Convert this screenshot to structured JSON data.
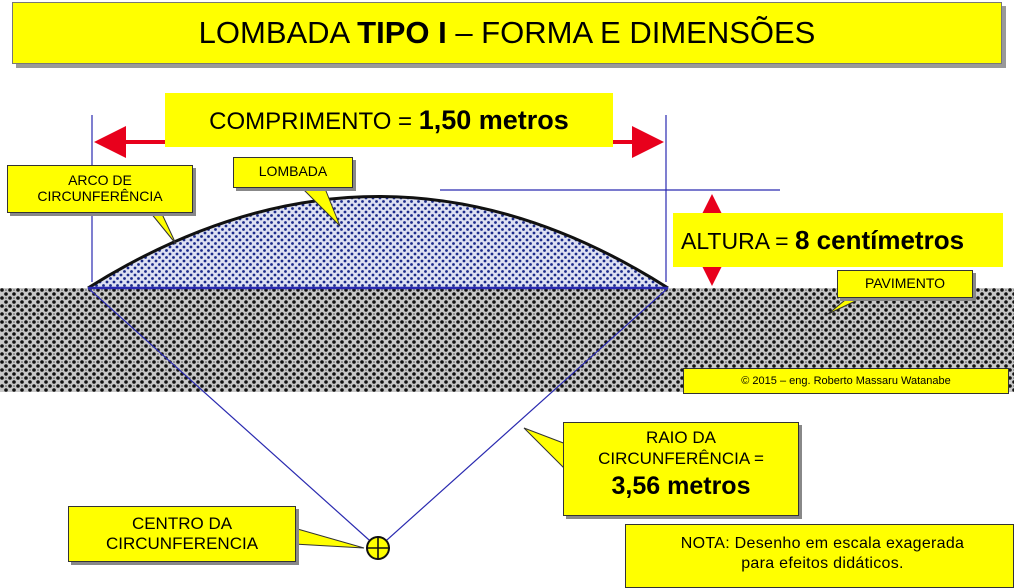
{
  "title": {
    "prefix": "LOMBADA ",
    "bold": "TIPO I",
    "suffix": " – FORMA E DIMENSÕES"
  },
  "comprimento": {
    "label": "COMPRIMENTO = ",
    "value": "1,50 metros"
  },
  "altura": {
    "label": "ALTURA = ",
    "value": "8 centímetros"
  },
  "labels": {
    "arco_line1": "ARCO DE",
    "arco_line2": "CIRCUNFERÊNCIA",
    "lombada": "LOMBADA",
    "pavimento": "PAVIMENTO",
    "raio_line1": "RAIO DA",
    "raio_line2": "CIRCUNFERÊNCIA =",
    "raio_value": "3,56 metros",
    "centro_line1": "CENTRO DA",
    "centro_line2": "CIRCUNFERENCIA",
    "nota_line1": "NOTA: Desenho em escala exagerada",
    "nota_line2": "para efeitos didáticos.",
    "copyright": "© 2015 – eng. Roberto Massaru Watanabe"
  },
  "colors": {
    "callout_fill": "#ffff00",
    "dimension_arrow": "#e8001c",
    "construction_line": "#2a2ab0",
    "bump_fill": "#6e7fc8",
    "pavement_fill": "#b0b0b0"
  },
  "icons": {
    "center_marker": "crosshair-circle-icon"
  }
}
